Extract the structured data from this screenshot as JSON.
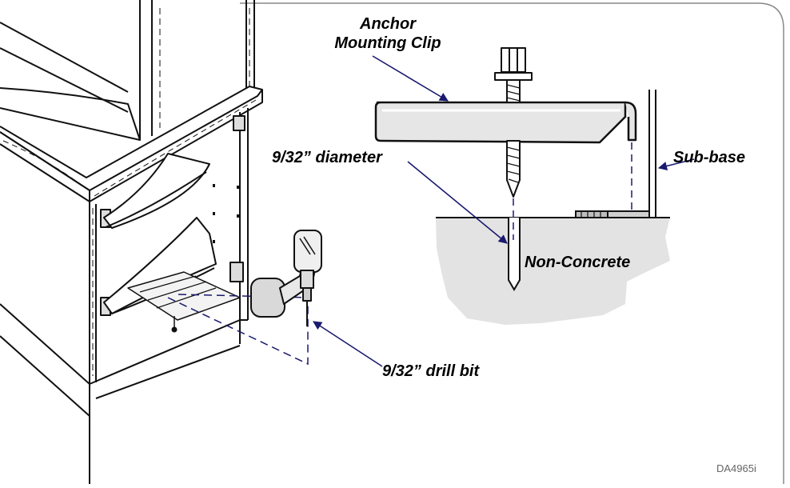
{
  "labels": {
    "anchor_clip_line1": "Anchor",
    "anchor_clip_line2": "Mounting Clip",
    "diameter": "9/32” diameter",
    "sub_base": "Sub-base",
    "non_concrete": "Non-Concrete",
    "drill_bit": "9/32” drill bit",
    "figure_ref": "DA4965i"
  },
  "colors": {
    "line": "#111111",
    "leader": "#1a1a6e",
    "ground": "#e3e3e3",
    "clip_fill": "#e6e6e6",
    "drill_body": "#d9d9d9",
    "panel_border": "#888888"
  }
}
